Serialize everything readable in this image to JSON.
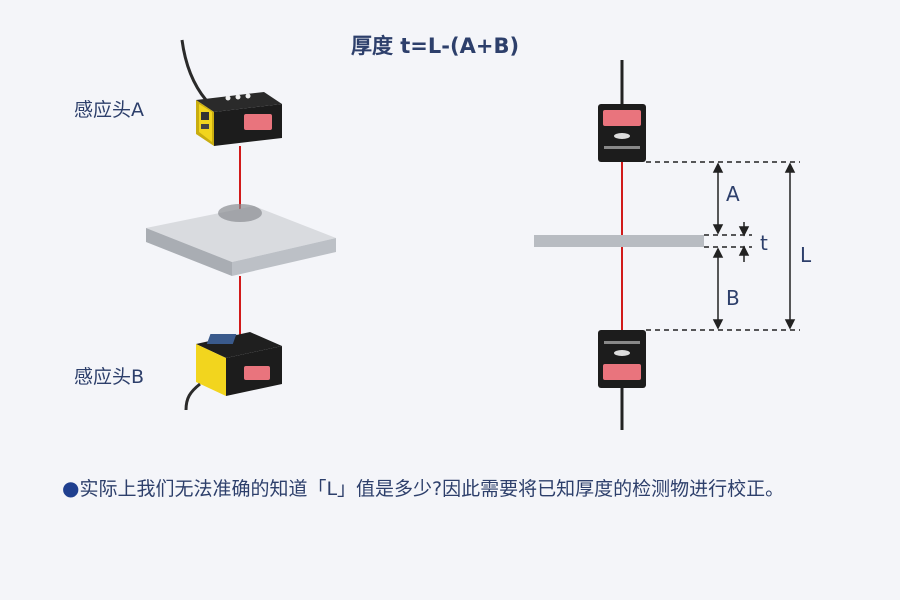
{
  "formula": "厚度 t=L-(A+B)",
  "sensor_a_label": "感应头A",
  "sensor_b_label": "感应头B",
  "dimension_labels": {
    "a": "A",
    "t": "t",
    "l": "L",
    "b": "B"
  },
  "note": {
    "bullet": "●",
    "text": "实际上我们无法准确的知道「L」值是多少?因此需要将已知厚度的检测物进行校正。"
  },
  "colors": {
    "laser": "#d11a1a",
    "sensor_yellow": "#f2d51e",
    "sensor_black": "#1c1c1c",
    "sensor_window": "#e9747d",
    "plate": "#c9ccd1",
    "text": "#2d3f6b",
    "background": "#f4f5f9"
  }
}
